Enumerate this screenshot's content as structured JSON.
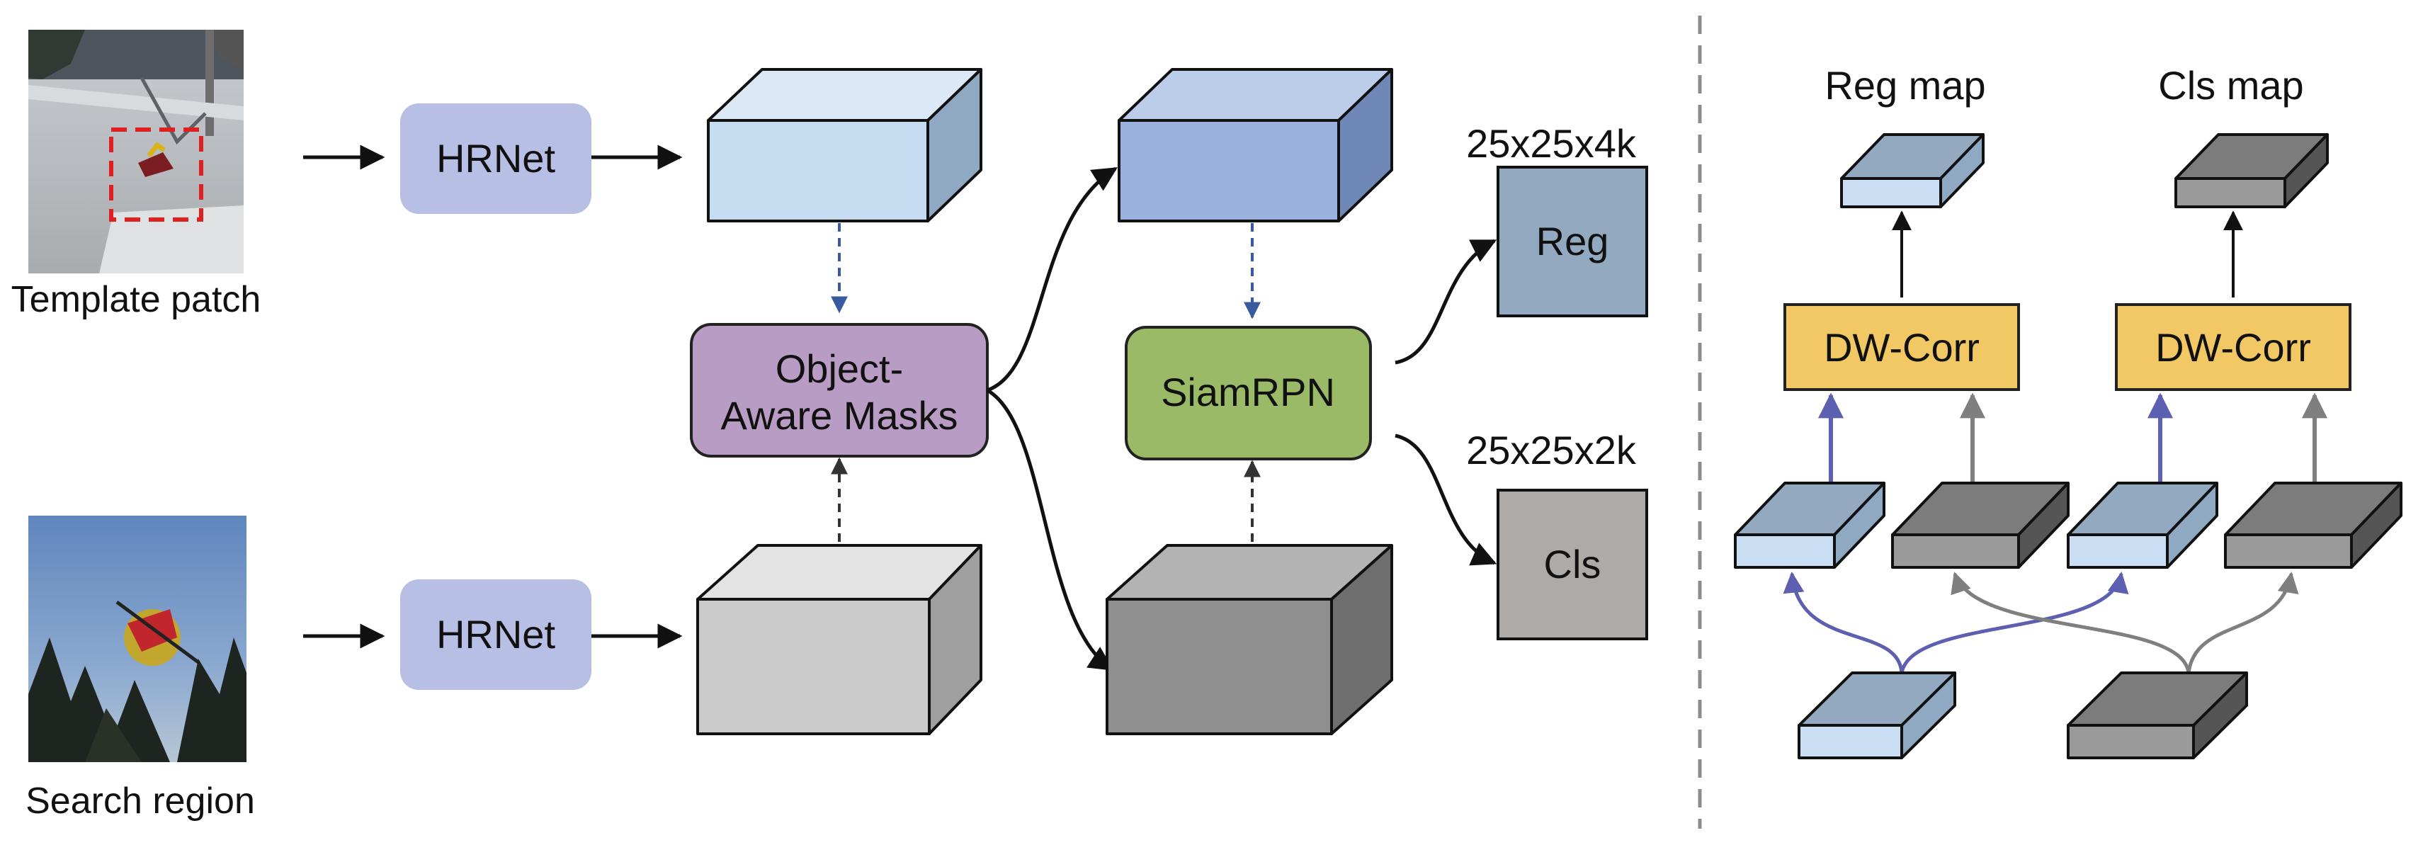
{
  "inputs": {
    "template_caption": "Template patch",
    "search_caption": "Search region"
  },
  "blocks": {
    "hrnet_top": "HRNet",
    "hrnet_bottom": "HRNet",
    "object_aware_line1": "Object-",
    "object_aware_line2": "Aware Masks",
    "siamrpn": "SiamRPN"
  },
  "outputs": {
    "reg_dims": "25x25x4k",
    "reg_label": "Reg",
    "cls_dims": "25x25x2k",
    "cls_label": "Cls"
  },
  "detail": {
    "reg_map_title": "Reg map",
    "cls_map_title": "Cls map",
    "dwcorr_left": "DW-Corr",
    "dwcorr_right": "DW-Corr"
  },
  "colors": {
    "hrnet_fill": "#b7bfe4",
    "object_aware_fill": "#b89cc4",
    "siamrpn_fill": "#9aba67",
    "dwcorr_fill": "#f1c864",
    "reg_fill": "#93a9bf",
    "cls_fill": "#aeaaa8",
    "blue_arrow": "#5d5fb0",
    "gray_arrow": "#7f7f7f",
    "dashed_blue": "#3a5aa0"
  }
}
